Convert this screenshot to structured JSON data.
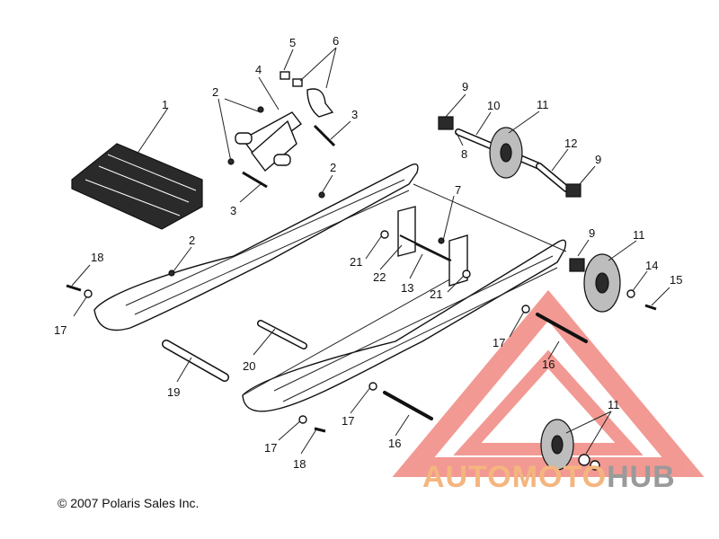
{
  "callouts": {
    "c1": "1",
    "c2a": "2",
    "c2b": "2",
    "c2c": "2",
    "c3a": "3",
    "c3b": "3",
    "c4": "4",
    "c5": "5",
    "c6": "6",
    "c7": "7",
    "c8": "8",
    "c9a": "9",
    "c9b": "9",
    "c9c": "9",
    "c10": "10",
    "c11a": "11",
    "c11b": "11",
    "c11c": "11",
    "c12": "12",
    "c13": "13",
    "c14": "14",
    "c15": "15",
    "c16a": "16",
    "c16b": "16",
    "c17a": "17",
    "c17b": "17",
    "c17c": "17",
    "c17d": "17",
    "c18a": "18",
    "c18b": "18",
    "c19": "19",
    "c20": "20",
    "c21a": "21",
    "c21b": "21",
    "c22": "22"
  },
  "footer": {
    "copyright": "© 2007 Polaris Sales Inc."
  },
  "watermark": {
    "part_a": "AUTOMOTO",
    "part_b": "HUB",
    "color_a": "#f4b57e",
    "color_b": "#9a9a9a",
    "logo_color": "#e8473c"
  }
}
